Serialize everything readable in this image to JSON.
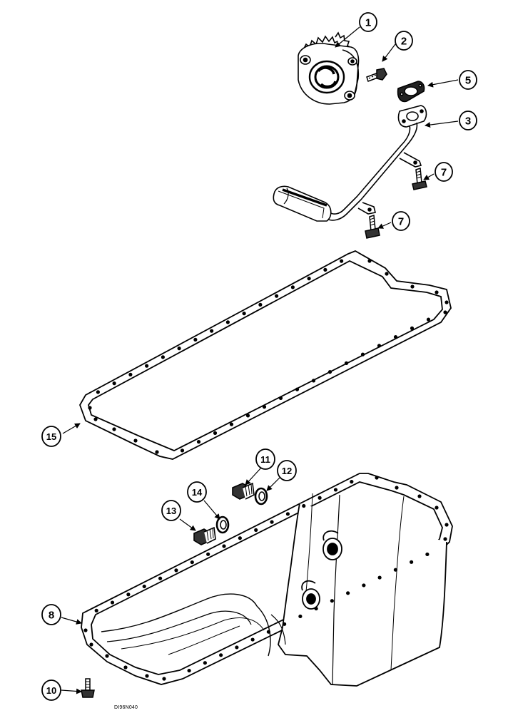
{
  "callouts": [
    {
      "id": "c1",
      "label": "1"
    },
    {
      "id": "c2",
      "label": "2"
    },
    {
      "id": "c3",
      "label": "3"
    },
    {
      "id": "c5",
      "label": "5"
    },
    {
      "id": "c7a",
      "label": "7"
    },
    {
      "id": "c7b",
      "label": "7"
    },
    {
      "id": "c8",
      "label": "8"
    },
    {
      "id": "c10",
      "label": "10"
    },
    {
      "id": "c11",
      "label": "11"
    },
    {
      "id": "c12",
      "label": "12"
    },
    {
      "id": "c13",
      "label": "13"
    },
    {
      "id": "c14",
      "label": "14"
    },
    {
      "id": "c15",
      "label": "15"
    }
  ],
  "reference_code": "DI96N040"
}
